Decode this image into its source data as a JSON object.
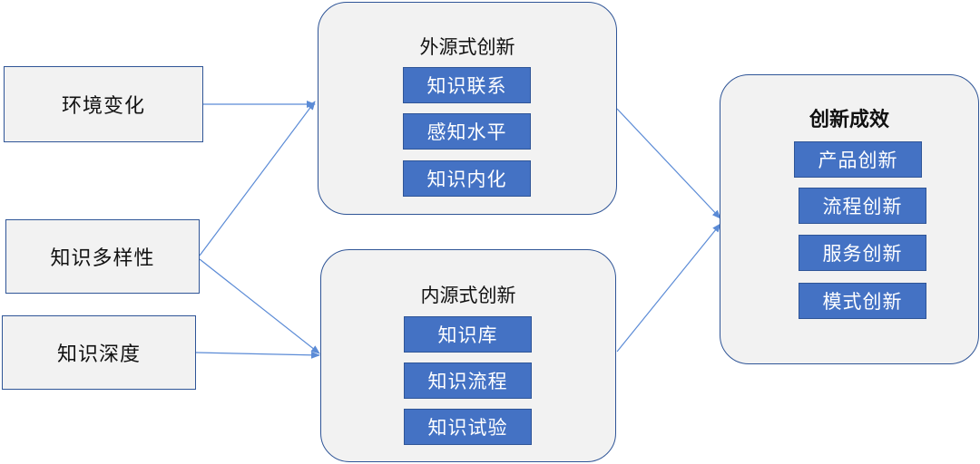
{
  "inputs": {
    "env_change": "环境变化",
    "knowledge_diversity": "知识多样性",
    "knowledge_depth": "知识深度"
  },
  "external_innovation": {
    "title": "外源式创新",
    "items": [
      "知识联系",
      "感知水平",
      "知识内化"
    ]
  },
  "internal_innovation": {
    "title": "内源式创新",
    "items": [
      "知识库",
      "知识流程",
      "知识试验"
    ]
  },
  "innovation_outcome": {
    "title": "创新成效",
    "items": [
      "产品创新",
      "流程创新",
      "服务创新",
      "模式创新"
    ]
  },
  "colors": {
    "tag_fill": "#4472c4",
    "border": "#2f5597",
    "box_fill": "#f2f2f2",
    "arrow": "#5b8bd6"
  }
}
